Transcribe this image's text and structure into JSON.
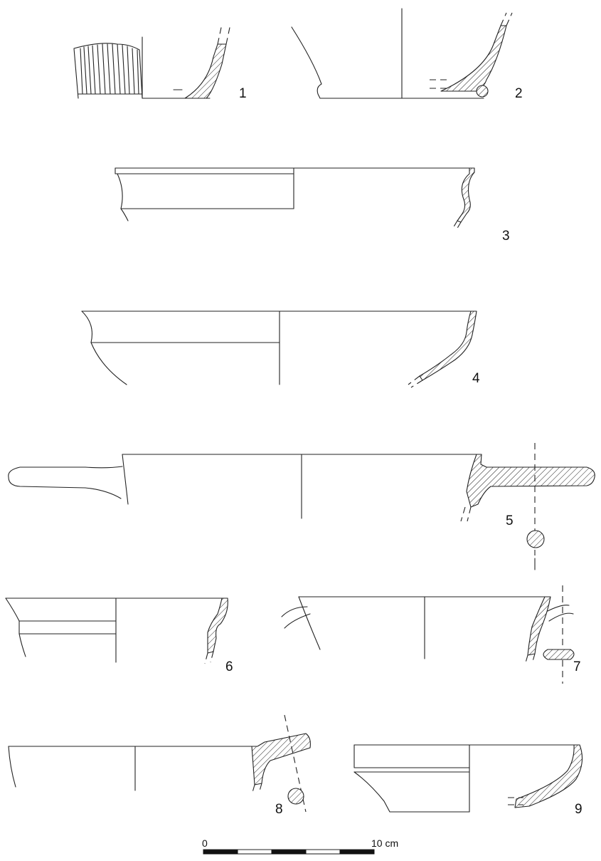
{
  "figure": {
    "items": [
      {
        "label": "1"
      },
      {
        "label": "2"
      },
      {
        "label": "3"
      },
      {
        "label": "4"
      },
      {
        "label": "5"
      },
      {
        "label": "6"
      },
      {
        "label": "7"
      },
      {
        "label": "8"
      },
      {
        "label": "9"
      }
    ],
    "scale_bar": {
      "start_label": "0",
      "end_label": "10 cm",
      "segments": 5
    }
  }
}
